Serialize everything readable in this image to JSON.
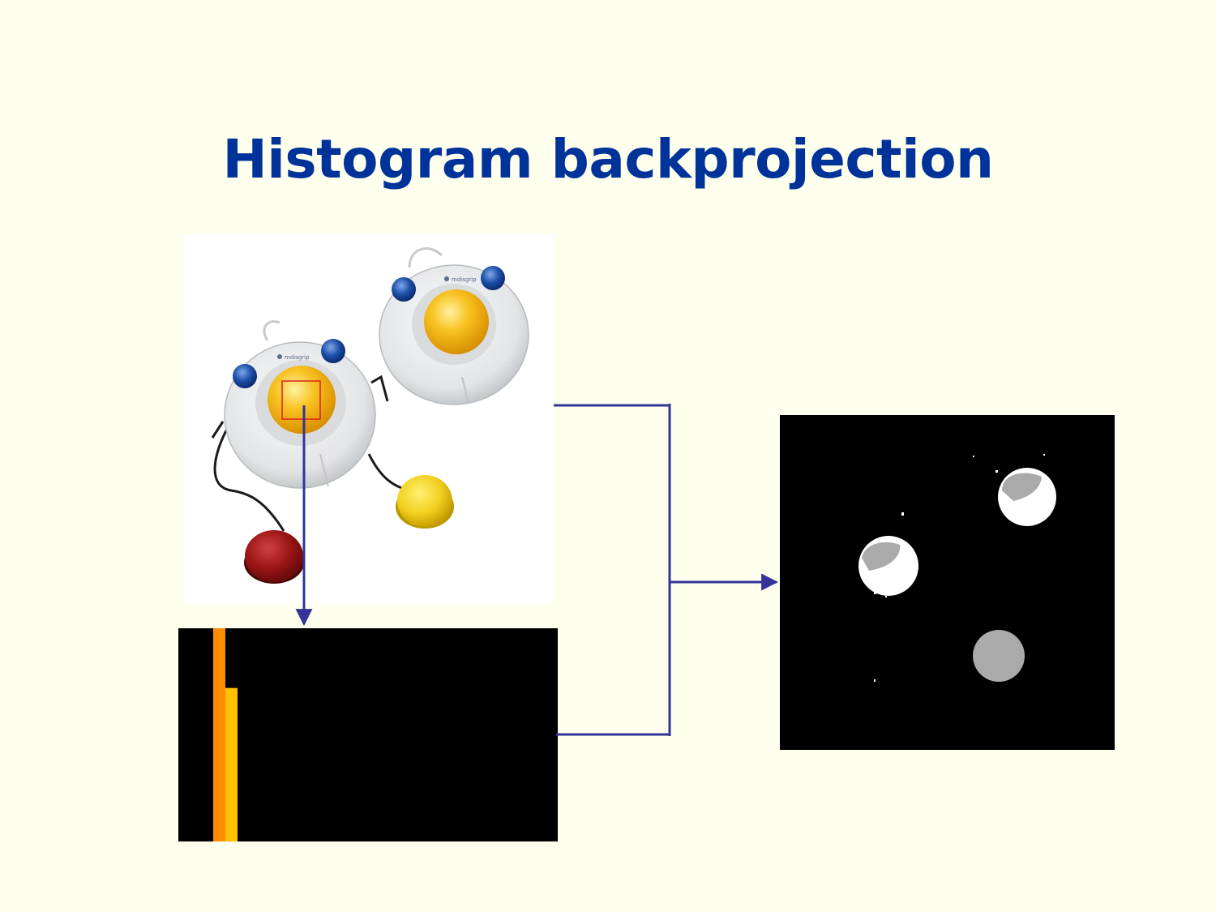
{
  "slide": {
    "title": "Histogram backprojection"
  },
  "colors": {
    "background": "#FFFFEE",
    "title": "#003399",
    "connector": "#333399",
    "roi_box": "#E02020",
    "hist_bar_primary": "#FF8C00",
    "hist_bar_secondary": "#FFC000",
    "panel_black": "#000000",
    "mask_white": "#FFFFFF",
    "mask_gray": "#AAAAAA"
  },
  "photo": {
    "device_logo_text": "mdisgrip"
  },
  "histogram": {
    "bars": [
      {
        "bin": 1,
        "value": 1.0
      },
      {
        "bin": 2,
        "value": 0.72
      }
    ]
  }
}
